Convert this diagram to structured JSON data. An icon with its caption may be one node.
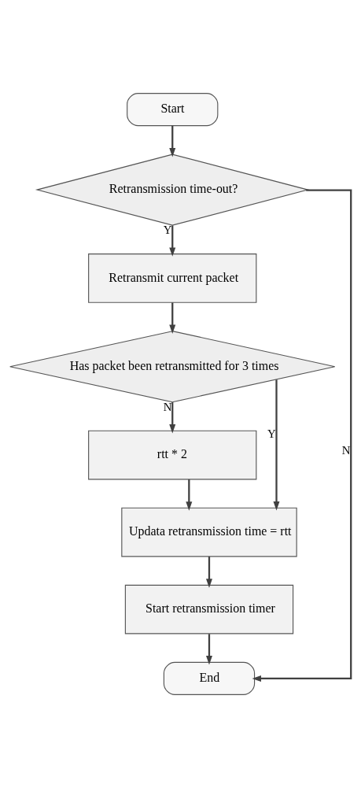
{
  "diagram": {
    "nodes": [
      {
        "text": [
          "Start"
        ]
      },
      {
        "text": [
          "Retransmission time-out?"
        ]
      },
      {
        "text": [
          "Retransmit current packet"
        ]
      },
      {
        "text": [
          "Has packet been retransmitted for 3 times"
        ]
      },
      {
        "text": [
          "rtt * 2"
        ]
      },
      {
        "text": [
          "Updata retransmission time = rtt"
        ]
      },
      {
        "text": [
          "Start retransmission timer"
        ]
      },
      {
        "text": [
          "End"
        ]
      }
    ],
    "edges": [
      {
        "from": 0,
        "to": 1,
        "arrow": "to"
      },
      {
        "from": 1,
        "to": 2,
        "arrow": "to",
        "label": "Y"
      },
      {
        "from": 2,
        "to": 3,
        "arrow": "to"
      },
      {
        "from": 3,
        "to": 4,
        "arrow": "to",
        "label": "N"
      },
      {
        "from": 4,
        "to": 5,
        "arrow": "to"
      },
      {
        "from": 3,
        "to": 5,
        "arrow": "to",
        "label": "Y"
      },
      {
        "from": 5,
        "to": 6,
        "arrow": "to"
      },
      {
        "from": 6,
        "to": 7,
        "arrow": "to"
      },
      {
        "from": 1,
        "to": 7,
        "arrow": "to",
        "label": "N"
      }
    ]
  }
}
